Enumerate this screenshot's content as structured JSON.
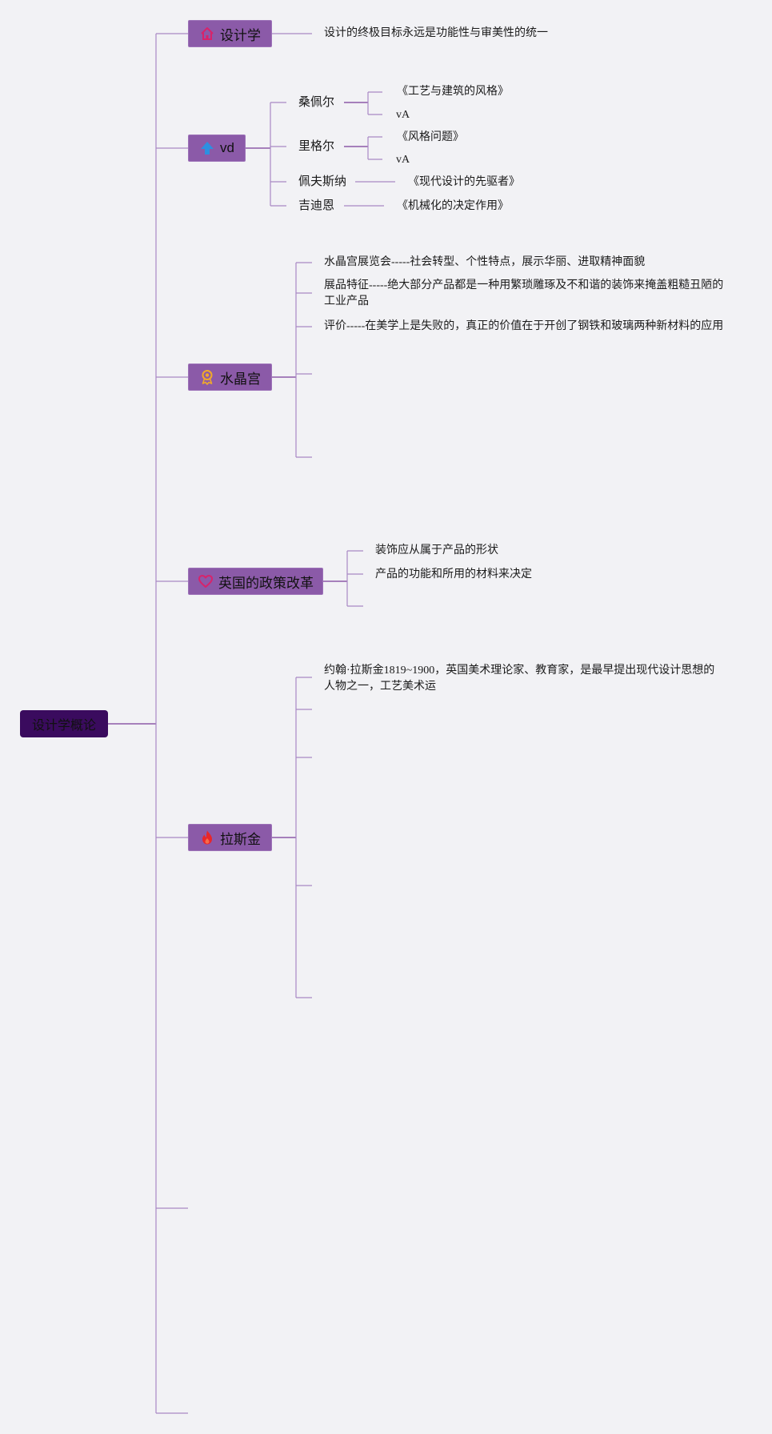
{
  "root": {
    "label": "设计学概论"
  },
  "topics": {
    "design": {
      "label": "设计学",
      "icon": "house-icon"
    },
    "vd": {
      "label": "vd",
      "icon": "upload-arrow-icon"
    },
    "crystal": {
      "label": "水晶宫",
      "icon": "award-ribbon-icon"
    },
    "reform": {
      "label": "英国的政策改革",
      "icon": "heart-icon"
    },
    "ruskin": {
      "label": "拉斯金",
      "icon": "flame-icon"
    }
  },
  "design": {
    "note": "设计的终极目标永远是功能性与审美性的统一"
  },
  "vd": {
    "semper": {
      "name": "桑佩尔",
      "items": [
        "《工艺与建筑的风格》",
        "vA"
      ]
    },
    "riegl": {
      "name": "里格尔",
      "items": [
        "《风格问题》",
        "vA"
      ]
    },
    "pevsner": {
      "name": "佩夫斯纳",
      "work": "《现代设计的先驱者》"
    },
    "giedion": {
      "name": "吉迪恩",
      "work": "《机械化的决定作用》"
    }
  },
  "crystal": {
    "items": [
      "水晶宫展览会-----社会转型、个性特点，展示华丽、进取精神面貌",
      "展品特征-----绝大部分产品都是一种用繁琐雕琢及不和谐的装饰来掩盖粗糙丑陋的工业产品",
      "评价-----在美学上是失败的，真正的价值在于开创了钢铁和玻璃两种新材料的应用"
    ]
  },
  "reform": {
    "items": [
      "装饰应从属于产品的形状",
      "产品的功能和所用的材料来决定"
    ]
  },
  "ruskin": {
    "items": [
      "约翰·拉斯金1819~1900，英国美术理论家、教育家，是最早提出现代设计思想的人物之一，工艺美术运"
    ]
  },
  "colors": {
    "root": "#3a0b5e",
    "topic": "#8b5aa8",
    "line": "#a988c4",
    "background": "#f2f2f5"
  }
}
